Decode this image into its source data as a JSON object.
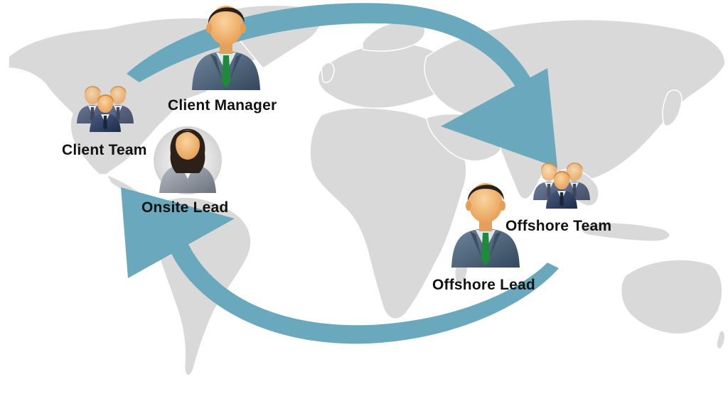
{
  "labels": {
    "client_manager": "Client Manager",
    "client_team": "Client Team",
    "onsite_lead": "Onsite Lead",
    "offshore_team": "Offshore Team",
    "offshore_lead": "Offshore Lead"
  },
  "colors": {
    "map_land": "#d9d9d9",
    "map_border": "#ffffff",
    "arrow": "#6aa9bd",
    "suit": "#4d6278",
    "skin": "#f1b774",
    "hair": "#2b2119",
    "tie": "#1f8a3b",
    "team_suit": "#2f3f63"
  },
  "icons": {
    "client_manager": "businessman-icon",
    "client_team": "team-icon",
    "onsite_lead": "businesswoman-icon",
    "offshore_team": "team-icon",
    "offshore_lead": "businessman-icon"
  }
}
